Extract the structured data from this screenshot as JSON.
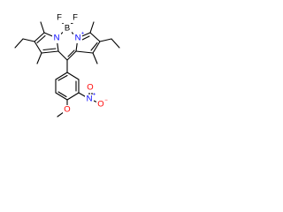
{
  "colors": {
    "carbon_bond": "#000000",
    "nitrogen": "#0000ff",
    "oxygen": "#ff0000",
    "fluorine": "#000000",
    "boron": "#000000"
  },
  "atoms": {
    "f_left": "F",
    "f_right": "F",
    "boron": "B",
    "boron_charge": "−",
    "n_left": "N",
    "n_right": "N",
    "n_right_charge": "+",
    "nitro_n": "N",
    "nitro_n_charge": "+",
    "nitro_o_top": "O",
    "nitro_o_right": "O",
    "nitro_o_charge": "−",
    "methoxy_o": "O"
  }
}
